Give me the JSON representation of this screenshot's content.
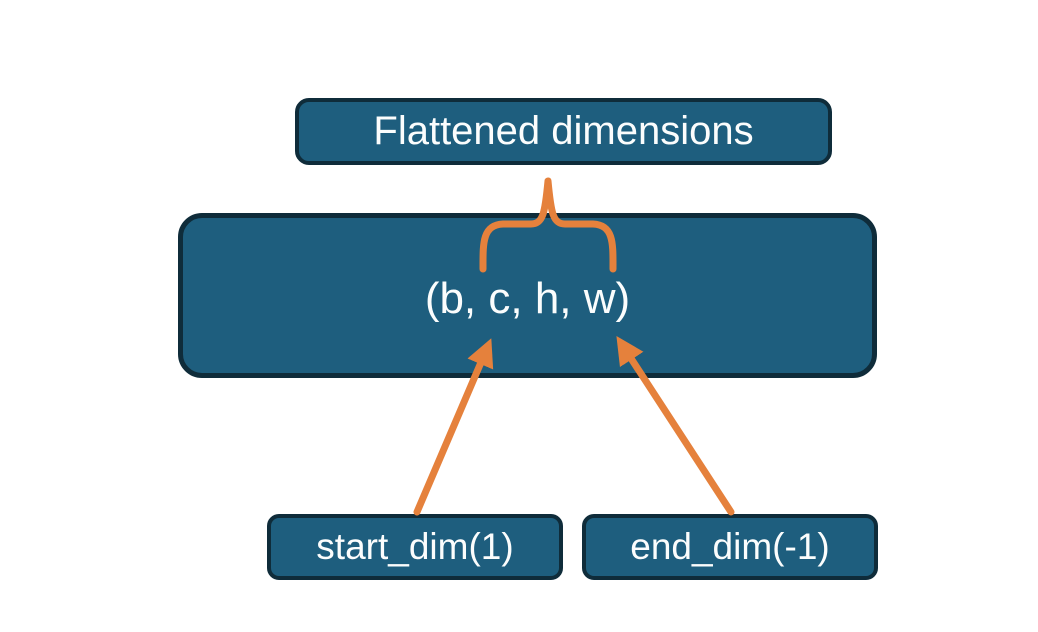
{
  "diagram": {
    "title_box": {
      "label": "Flattened dimensions"
    },
    "tensor_box": {
      "label": "(b, c, h, w)",
      "dims": [
        "b",
        "c",
        "h",
        "w"
      ]
    },
    "start_box": {
      "label": "start_dim(1)"
    },
    "end_box": {
      "label": "end_dim(-1)"
    },
    "connectors": [
      {
        "type": "brace",
        "from": "title_box",
        "to": "dims c through w"
      },
      {
        "type": "arrow",
        "from": "start_box",
        "to": "dim c"
      },
      {
        "type": "arrow",
        "from": "end_box",
        "to": "dim w"
      }
    ]
  },
  "colors": {
    "bg": "#ffffff",
    "box-fill": "#1e5e7e",
    "box-border": "#0f2c3a",
    "accent": "#e5813c",
    "text": "#fbfdfd"
  }
}
